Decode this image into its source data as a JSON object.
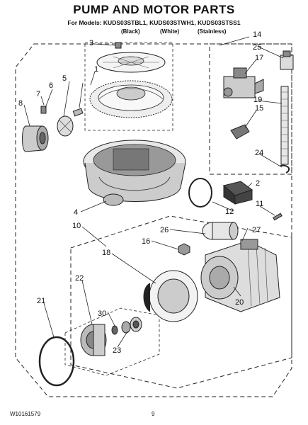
{
  "header": {
    "title": "PUMP AND MOTOR PARTS",
    "models_line": "For Models: KUDS03STBL1, KUDS03STWH1, KUDS03STSS1",
    "variant_black": "(Black)",
    "variant_white": "(White)",
    "variant_stainless": "(Stainless)"
  },
  "callouts": [
    "1",
    "2",
    "3",
    "4",
    "5",
    "6",
    "7",
    "8",
    "10",
    "11",
    "12",
    "14",
    "15",
    "16",
    "17",
    "18",
    "19",
    "20",
    "21",
    "22",
    "23",
    "24",
    "25",
    "26",
    "27",
    "30"
  ],
  "footer": {
    "doc_number": "W10161579",
    "page_number": "9"
  }
}
